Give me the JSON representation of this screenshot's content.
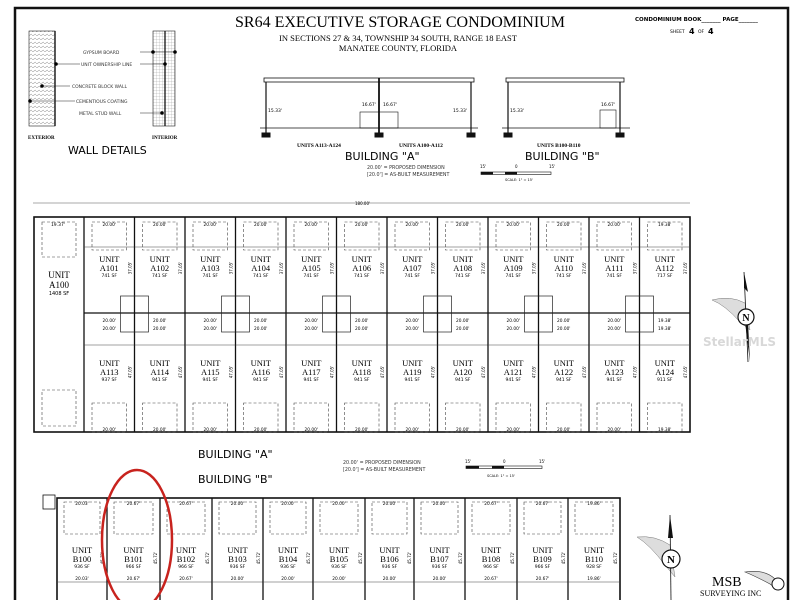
{
  "title": {
    "main": "SR64 EXECUTIVE STORAGE CONDOMINIUM",
    "line2": "IN SECTIONS 27 & 34, TOWNSHIP 34 SOUTH, RANGE 18 EAST",
    "line3": "MANATEE COUNTY, FLORIDA"
  },
  "sheet_info": {
    "book_label": "CONDOMINIUM BOOK_______ PAGE_______",
    "sheet_label": "SHEET",
    "sheet_num": "4",
    "of_label": "OF",
    "sheet_total": "4"
  },
  "wall_details": {
    "title": "WALL DETAILS",
    "exterior": "EXTERIOR",
    "interior": "INTERIOR",
    "labels": [
      "GYPSUM BOARD",
      "UNIT OWNERSHIP LINE",
      "CONCRETE BLOCK WALL",
      "CEMENTIOUS COATING",
      "METAL STUD WALL"
    ]
  },
  "sections": {
    "a_left_label": "UNITS A113-A124",
    "a_right_label": "UNITS A100-A112",
    "b_label": "UNITS B100-B110",
    "building_a": "BUILDING \"A\"",
    "building_b": "BUILDING \"B\"",
    "dim_left": "15.33'",
    "dim_mid1": "16.67'",
    "dim_mid2": "16.67'",
    "dim_right": "15.33'",
    "dim_b_left": "15.33'",
    "dim_b_right": "16.67'"
  },
  "legend": {
    "proposed": "20.00' = PROPOSED DIMENSION",
    "asbuilt": "[20.0'] = AS-BUILT MEASUREMENT",
    "scale_left": "15'",
    "scale_mid": "0",
    "scale_right": "15'",
    "scale_text": "SCALE: 1\" = 15'"
  },
  "building_a": {
    "label": "BUILDING \"A\"",
    "overall_dim": "180.00'",
    "unit_word": "UNIT",
    "a100": {
      "id": "A100",
      "area": "1408 SF",
      "dim": "19.37'"
    },
    "top_units": [
      {
        "id": "A101",
        "area": "741 SF",
        "dim": "20.00'"
      },
      {
        "id": "A102",
        "area": "741 SF",
        "dim": "20.00'"
      },
      {
        "id": "A103",
        "area": "741 SF",
        "dim": "20.00'"
      },
      {
        "id": "A104",
        "area": "741 SF",
        "dim": "20.00'"
      },
      {
        "id": "A105",
        "area": "741 SF",
        "dim": "20.00'"
      },
      {
        "id": "A106",
        "area": "741 SF",
        "dim": "20.00'"
      },
      {
        "id": "A107",
        "area": "741 SF",
        "dim": "20.00'"
      },
      {
        "id": "A108",
        "area": "741 SF",
        "dim": "20.00'"
      },
      {
        "id": "A109",
        "area": "741 SF",
        "dim": "20.00'"
      },
      {
        "id": "A110",
        "area": "741 SF",
        "dim": "20.00'"
      },
      {
        "id": "A111",
        "area": "741 SF",
        "dim": "20.00'"
      },
      {
        "id": "A112",
        "area": "717 SF",
        "dim": "19.38'"
      }
    ],
    "bottom_units": [
      {
        "id": "A113",
        "area": "937 SF",
        "dim": "20.00'"
      },
      {
        "id": "A114",
        "area": "941 SF",
        "dim": "20.00'"
      },
      {
        "id": "A115",
        "area": "941 SF",
        "dim": "20.00'"
      },
      {
        "id": "A116",
        "area": "941 SF",
        "dim": "20.00'"
      },
      {
        "id": "A117",
        "area": "941 SF",
        "dim": "20.00'"
      },
      {
        "id": "A118",
        "area": "941 SF",
        "dim": "20.00'"
      },
      {
        "id": "A119",
        "area": "941 SF",
        "dim": "20.00'"
      },
      {
        "id": "A120",
        "area": "941 SF",
        "dim": "20.00'"
      },
      {
        "id": "A121",
        "area": "941 SF",
        "dim": "20.00'"
      },
      {
        "id": "A122",
        "area": "941 SF",
        "dim": "20.00'"
      },
      {
        "id": "A123",
        "area": "941 SF",
        "dim": "20.00'"
      },
      {
        "id": "A124",
        "area": "911 SF",
        "dim": "19.38'"
      }
    ],
    "top_depth": "37.05'",
    "bottom_depth": "47.05'"
  },
  "building_b": {
    "label": "BUILDING \"B\"",
    "depth": "45.72'",
    "units": [
      {
        "id": "B100",
        "area": "936 SF",
        "dim": "20.03'"
      },
      {
        "id": "B101",
        "area": "966 SF",
        "dim": "20.67'"
      },
      {
        "id": "B102",
        "area": "966 SF",
        "dim": "20.67'"
      },
      {
        "id": "B103",
        "area": "936 SF",
        "dim": "20.00'"
      },
      {
        "id": "B104",
        "area": "936 SF",
        "dim": "20.00'"
      },
      {
        "id": "B105",
        "area": "936 SF",
        "dim": "20.00'"
      },
      {
        "id": "B106",
        "area": "936 SF",
        "dim": "20.00'"
      },
      {
        "id": "B107",
        "area": "936 SF",
        "dim": "20.00'"
      },
      {
        "id": "B108",
        "area": "966 SF",
        "dim": "20.67'"
      },
      {
        "id": "B109",
        "area": "966 SF",
        "dim": "20.67'"
      },
      {
        "id": "B110",
        "area": "928 SF",
        "dim": "19.86'"
      }
    ],
    "highlighted_unit": "B101",
    "highlight_color": "#c8231e"
  },
  "north_label": "N",
  "firm": {
    "name": "MSB",
    "sub": "SURVEYING INC"
  },
  "watermark": "StellarMLS"
}
